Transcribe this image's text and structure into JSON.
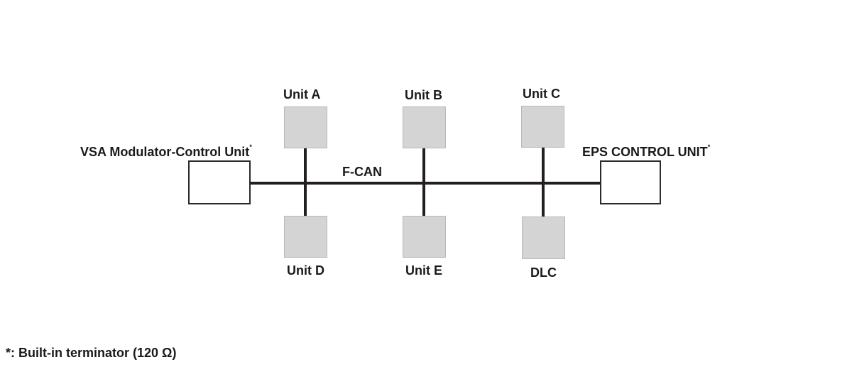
{
  "bus": {
    "label": "F-CAN"
  },
  "terminals": {
    "left": {
      "name": "VSA Modulator-Control Unit",
      "marker": "*"
    },
    "right": {
      "name": "EPS CONTROL UNIT",
      "marker": "*"
    }
  },
  "units": {
    "a": "Unit A",
    "b": "Unit B",
    "c": "Unit C",
    "d": "Unit D",
    "e": "Unit E",
    "dlc": "DLC"
  },
  "footnote": "*: Built-in terminator (120 Ω)",
  "colors": {
    "line": "#231f20",
    "unit_fill": "#d4d4d4",
    "unit_border": "#b8b8b8",
    "terminal_border": "#2a2a2a"
  }
}
